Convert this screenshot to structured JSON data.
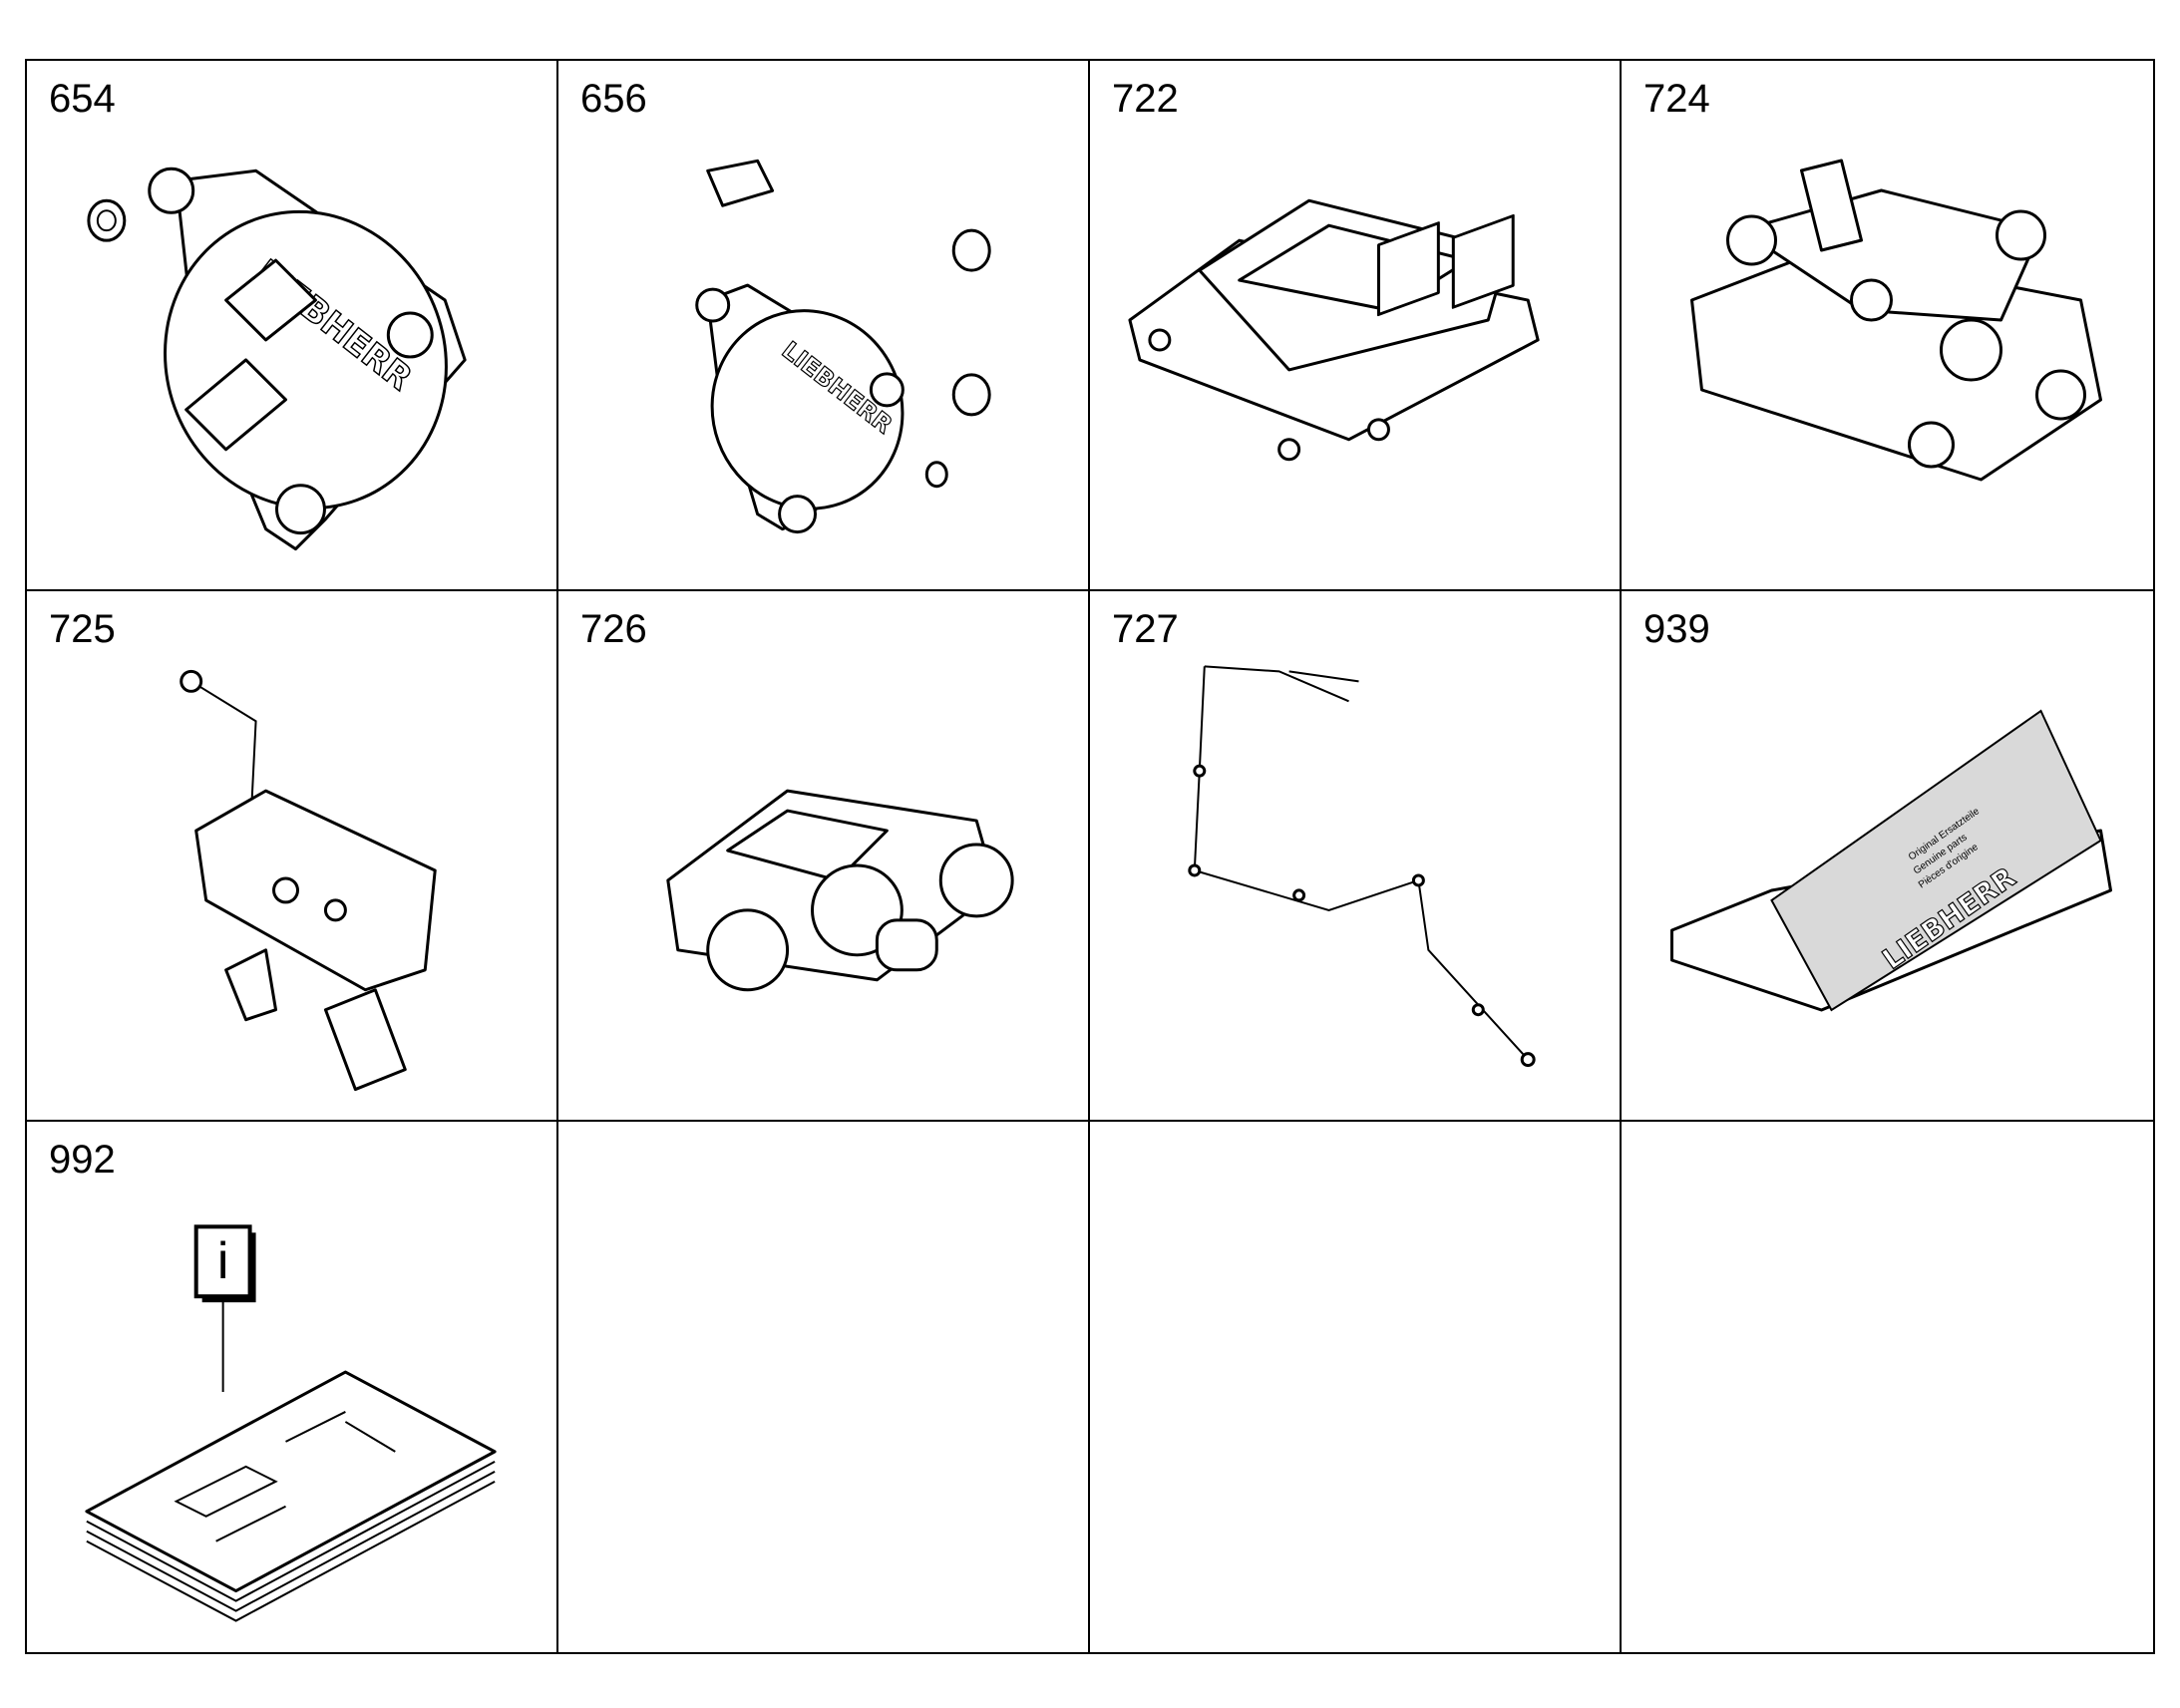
{
  "cells": [
    {
      "number": "654",
      "icon": "cover-plate-icon"
    },
    {
      "number": "656",
      "icon": "cover-plate-kit-icon"
    },
    {
      "number": "722",
      "icon": "control-unit-icon"
    },
    {
      "number": "724",
      "icon": "valve-block-icon"
    },
    {
      "number": "725",
      "icon": "bracket-icon"
    },
    {
      "number": "726",
      "icon": "pump-icon"
    },
    {
      "number": "727",
      "icon": "wiring-harness-icon"
    },
    {
      "number": "939",
      "icon": "parts-box-icon"
    },
    {
      "number": "992",
      "icon": "documentation-icon"
    },
    {
      "number": "",
      "icon": ""
    },
    {
      "number": "",
      "icon": ""
    },
    {
      "number": "",
      "icon": ""
    }
  ],
  "logos": {
    "brand": "LIEBHERR",
    "box_lines": [
      "Original Ersatzteile",
      "Genuine parts",
      "Pièces d'origine"
    ],
    "info_glyph": "i"
  }
}
